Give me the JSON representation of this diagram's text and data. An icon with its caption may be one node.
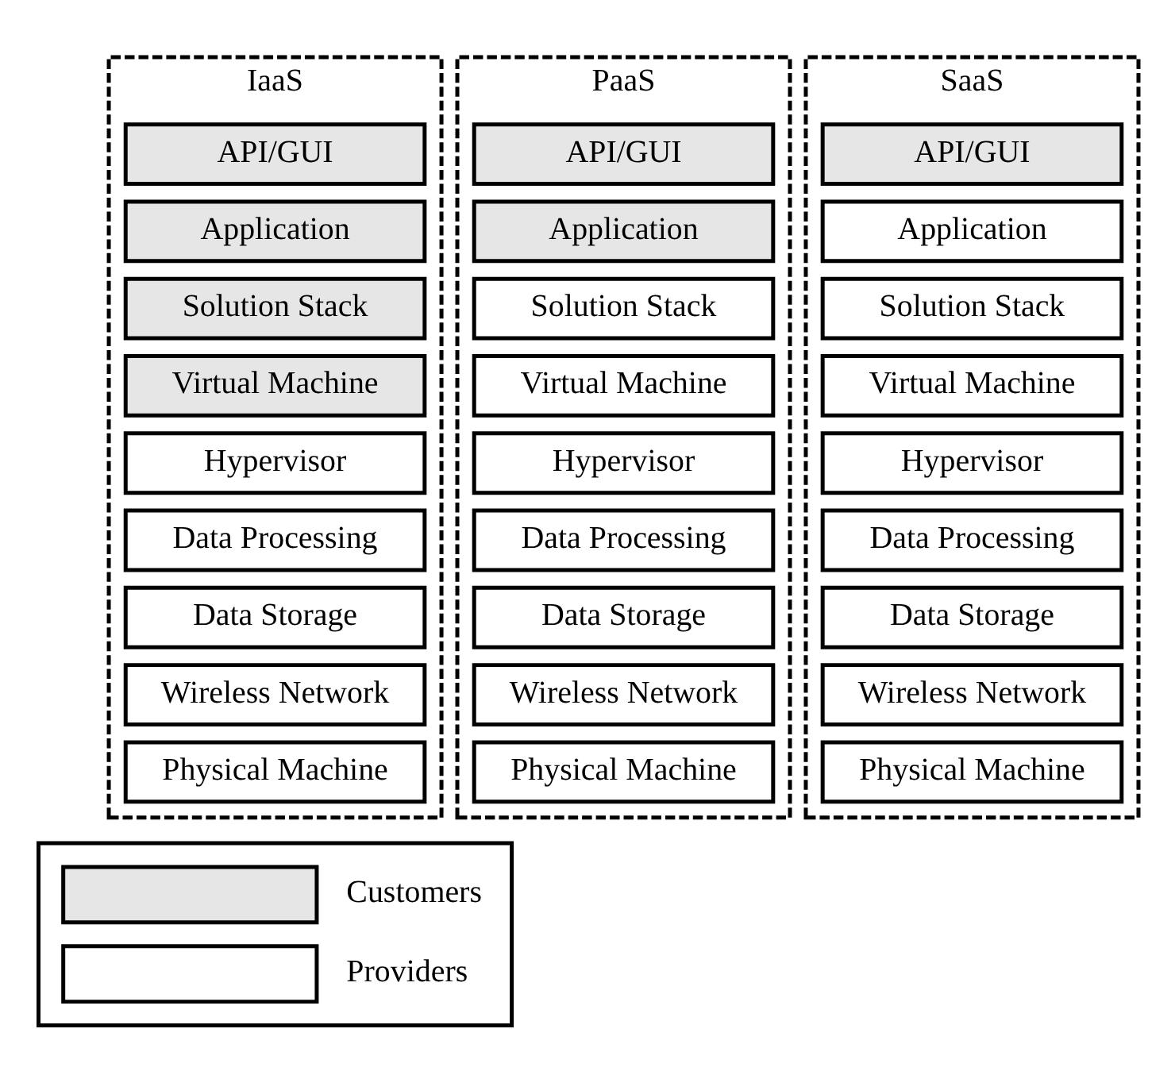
{
  "diagram": {
    "nodes": [
      {
        "text": [
          "IaaS"
        ]
      },
      {
        "text": [
          "API/GUI"
        ],
        "in": 0
      },
      {
        "text": [
          "Application"
        ],
        "in": 0
      },
      {
        "text": [
          "Solution Stack"
        ],
        "in": 0
      },
      {
        "text": [
          "Virtual Machine"
        ],
        "in": 0
      },
      {
        "text": [
          "Hypervisor"
        ],
        "in": 0
      },
      {
        "text": [
          "Data Processing"
        ],
        "in": 0
      },
      {
        "text": [
          "Data Storage"
        ],
        "in": 0
      },
      {
        "text": [
          "Wireless Network"
        ],
        "in": 0
      },
      {
        "text": [
          "Physical Machine"
        ],
        "in": 0
      },
      {
        "text": [
          "PaaS"
        ]
      },
      {
        "text": [
          "API/GUI"
        ],
        "in": 10
      },
      {
        "text": [
          "Application"
        ],
        "in": 10
      },
      {
        "text": [
          "Solution Stack"
        ],
        "in": 10
      },
      {
        "text": [
          "Virtual Machine"
        ],
        "in": 10
      },
      {
        "text": [
          "Hypervisor"
        ],
        "in": 10
      },
      {
        "text": [
          "Data Processing"
        ],
        "in": 10
      },
      {
        "text": [
          "Data Storage"
        ],
        "in": 10
      },
      {
        "text": [
          "Wireless Network"
        ],
        "in": 10
      },
      {
        "text": [
          "Physical Machine"
        ],
        "in": 10
      },
      {
        "text": [
          "SaaS"
        ]
      },
      {
        "text": [
          "API/GUI"
        ],
        "in": 20
      },
      {
        "text": [
          "Application"
        ],
        "in": 20
      },
      {
        "text": [
          "Solution Stack"
        ],
        "in": 20
      },
      {
        "text": [
          "Virtual Machine"
        ],
        "in": 20
      },
      {
        "text": [
          "Hypervisor"
        ],
        "in": 20
      },
      {
        "text": [
          "Data Processing"
        ],
        "in": 20
      },
      {
        "text": [
          "Data Storage"
        ],
        "in": 20
      },
      {
        "text": [
          "Wireless Network"
        ],
        "in": 20
      },
      {
        "text": [
          "Physical Machine"
        ],
        "in": 20
      }
    ],
    "edges": [],
    "legend": [
      {
        "text": "Customers"
      },
      {
        "text": "Providers"
      }
    ]
  }
}
